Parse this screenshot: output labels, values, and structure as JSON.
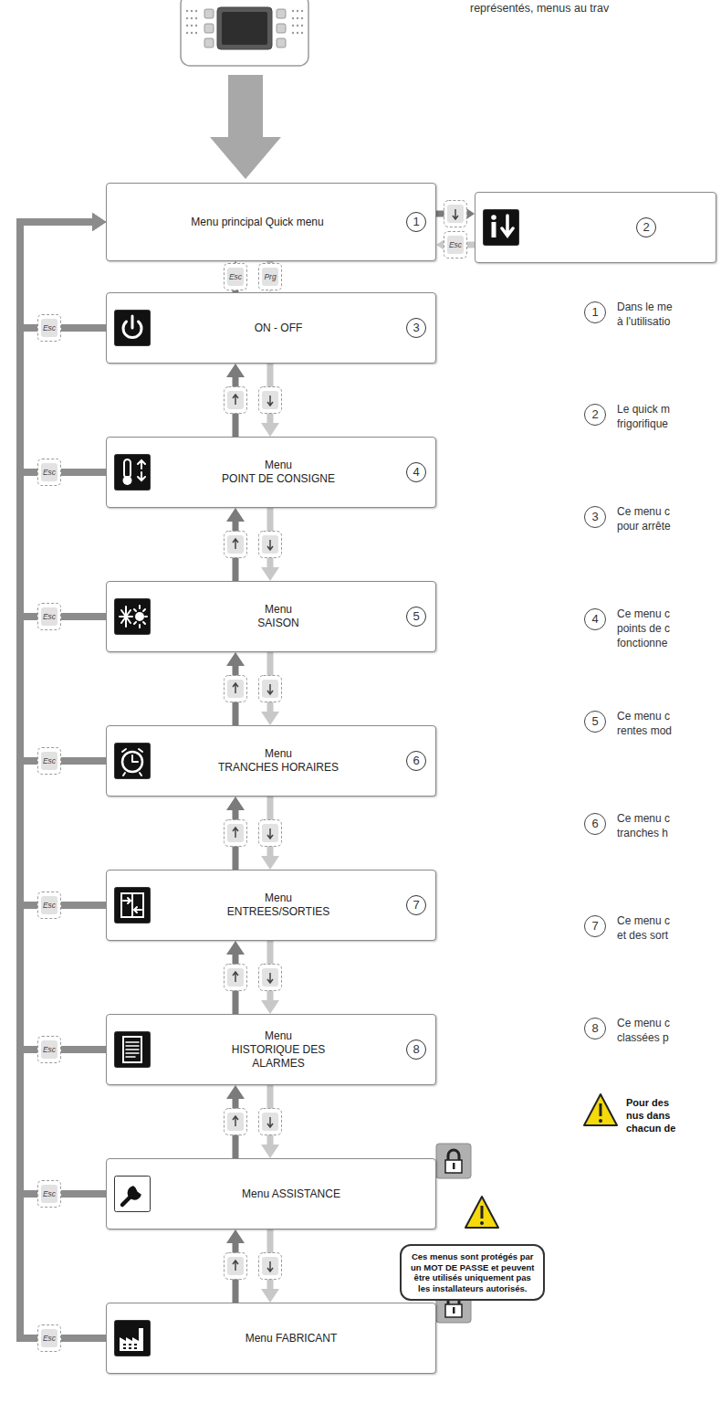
{
  "diagram": {
    "nodes": [
      {
        "text": [
          "Menu principal Quick menu",
          "1"
        ]
      },
      {
        "text": [
          "2"
        ]
      },
      {
        "text": [
          "ON - OFF",
          "3"
        ]
      },
      {
        "text": [
          "Menu POINT DE CONSIGNE",
          "4"
        ]
      },
      {
        "text": [
          "Menu SAISON",
          "5"
        ]
      },
      {
        "text": [
          "Menu TRANCHES HORAIRES",
          "6"
        ]
      },
      {
        "text": [
          "Menu ENTREES/SORTIES",
          "7"
        ]
      },
      {
        "text": [
          "Menu HISTORIQUE DES ALARMES",
          "8"
        ]
      },
      {
        "text": [
          "Menu ASSISTANCE"
        ]
      },
      {
        "text": [
          "Menu FABRICANT"
        ]
      },
      {
        "text": [
          "Ces menus sont protégés par un MOT DE PASSE et peuvent être utilisés uniquement pas les installateurs autorisés."
        ]
      }
    ],
    "edges": [
      {
        "from": 0,
        "to": 1,
        "arrow": "to"
      },
      {
        "from": 1,
        "to": 0,
        "label": "Esc",
        "arrow": "to"
      },
      {
        "from": 0,
        "to": 2,
        "label": "Prg",
        "arrow": "to"
      },
      {
        "from": 2,
        "to": 0,
        "label": "Esc",
        "arrow": "to"
      },
      {
        "from": 2,
        "to": 3,
        "arrow": "to"
      },
      {
        "from": 3,
        "to": 2,
        "arrow": "to"
      },
      {
        "from": 3,
        "to": 4,
        "arrow": "to"
      },
      {
        "from": 4,
        "to": 3,
        "arrow": "to"
      },
      {
        "from": 4,
        "to": 5,
        "arrow": "to"
      },
      {
        "from": 5,
        "to": 4,
        "arrow": "to"
      },
      {
        "from": 5,
        "to": 6,
        "arrow": "to"
      },
      {
        "from": 6,
        "to": 5,
        "arrow": "to"
      },
      {
        "from": 6,
        "to": 7,
        "arrow": "to"
      },
      {
        "from": 7,
        "to": 6,
        "arrow": "to"
      },
      {
        "from": 7,
        "to": 8,
        "arrow": "to"
      },
      {
        "from": 8,
        "to": 7,
        "arrow": "to"
      },
      {
        "from": 8,
        "to": 9,
        "arrow": "to"
      },
      {
        "from": 9,
        "to": 8,
        "arrow": "to"
      },
      {
        "from": 2,
        "to": 0,
        "label": "Esc",
        "arrow": "to"
      },
      {
        "from": 3,
        "to": 0,
        "label": "Esc",
        "arrow": "to"
      },
      {
        "from": 4,
        "to": 0,
        "label": "Esc",
        "arrow": "to"
      },
      {
        "from": 5,
        "to": 0,
        "label": "Esc",
        "arrow": "to"
      },
      {
        "from": 6,
        "to": 0,
        "label": "Esc",
        "arrow": "to"
      },
      {
        "from": 7,
        "to": 0,
        "label": "Esc",
        "arrow": "to"
      },
      {
        "from": 8,
        "to": 0,
        "label": "Esc",
        "arrow": "to"
      },
      {
        "from": 9,
        "to": 0,
        "label": "Esc",
        "arrow": "to"
      }
    ],
    "labels": [
      "représentés, menus au trav",
      "1",
      "Dans le me à l'utilisatio",
      "2",
      "Le quick m frigorifique",
      "3",
      "Ce menu c pour arrête",
      "4",
      "Ce menu c points de c fonctionne",
      "5",
      "Ce menu c rentes mod",
      "6",
      "Ce menu c tranches h",
      "7",
      "Ce menu c et des sort",
      "8",
      "Ce menu c classées p",
      "Pour des nus dans chacun de"
    ]
  }
}
